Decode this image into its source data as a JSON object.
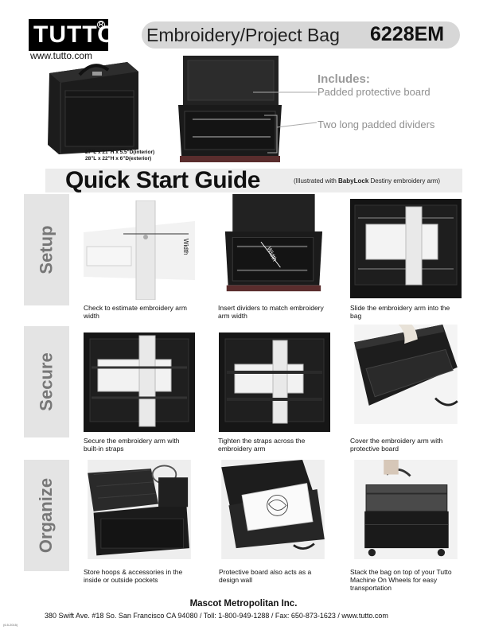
{
  "header": {
    "logo": "TUTTO",
    "logo_mark": "R",
    "website": "www.tutto.com",
    "title": "Embroidery/Project Bag",
    "model": "6228EM"
  },
  "product": {
    "dims_interior": "27\"L x 21\"H x 5.5\"D(interior)",
    "dims_exterior": "28\"L x 22\"H x 6\"D(exterior)",
    "includes_title": "Includes:",
    "include_1": "Padded protective board",
    "include_2": "Two long padded dividers"
  },
  "quick_start": {
    "title": "Quick Start Guide",
    "note_prefix": "(Illustrated with ",
    "note_brand": "BabyLock",
    "note_suffix": " Destiny embroidery arm)"
  },
  "rows": [
    {
      "label": "Setup"
    },
    {
      "label": "Secure"
    },
    {
      "label": "Organize"
    }
  ],
  "photo_labels": {
    "width_1": "Width",
    "width_2": "Width"
  },
  "steps": [
    {
      "caption": "Check to estimate embroidery arm width"
    },
    {
      "caption": "Insert dividers to match embroidery arm width"
    },
    {
      "caption": "Slide the embroidery arm into the bag"
    },
    {
      "caption": "Secure the embroidery arm with built-in straps"
    },
    {
      "caption": "Tighten the straps across the embroidery arm"
    },
    {
      "caption": "Cover the embroidery arm with protective board"
    },
    {
      "caption": "Store hoops & accessories in the inside or outside pockets"
    },
    {
      "caption": "Protective board also acts as a design wall"
    },
    {
      "caption": "Stack the bag on top of your Tutto Machine On Wheels for easy transportation"
    }
  ],
  "footer": {
    "company": "Mascot Metropolitan Inc.",
    "address": "380 Swift Ave. #18  So. San Francisco  CA 94080 / Toll: 1-800-949-1288 / Fax: 650-873-1623 / www.tutto.com",
    "doc_code": "(6.5.2015)"
  }
}
